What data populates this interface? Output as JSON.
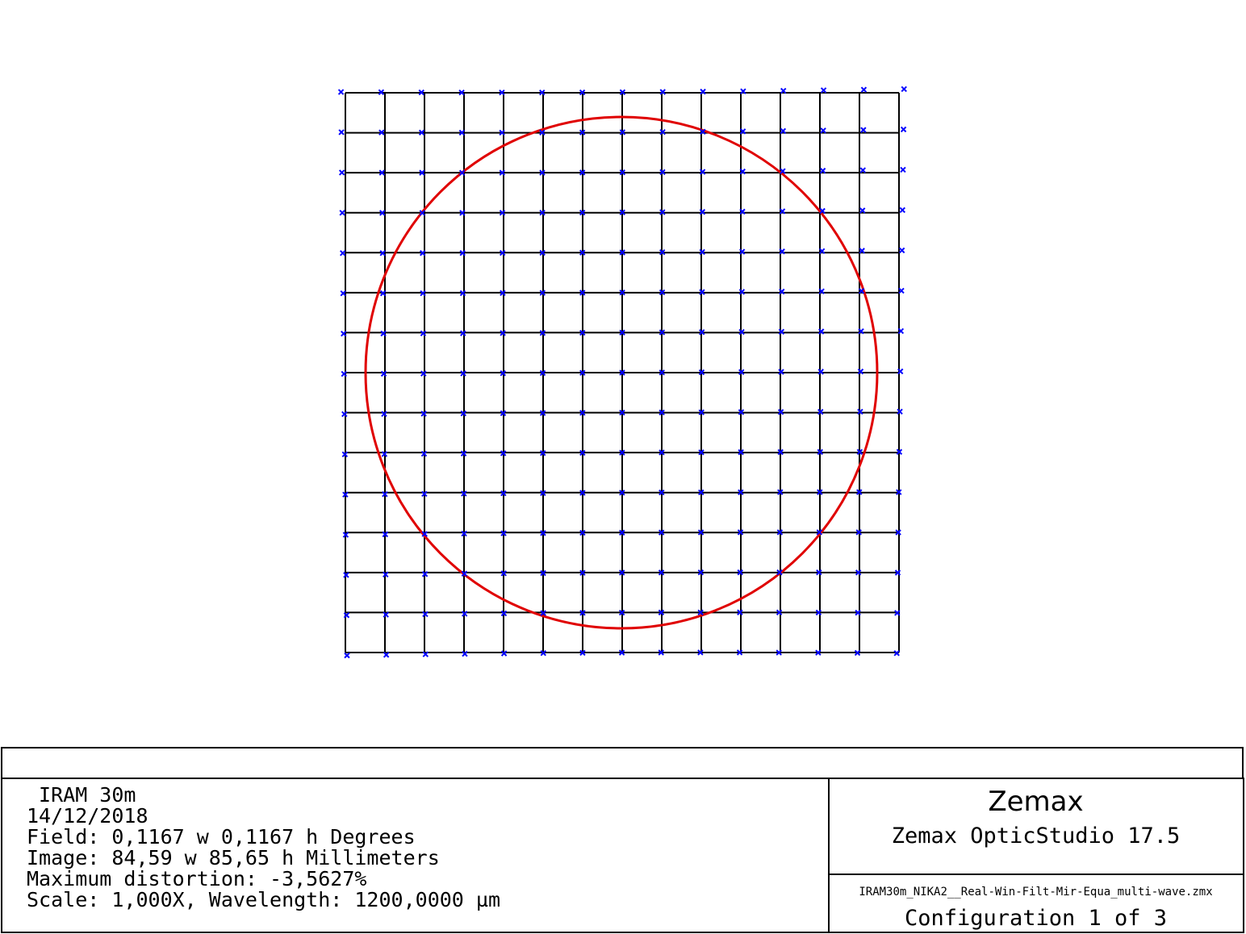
{
  "diagram": {
    "type": "grid distortion",
    "grid_size": 15,
    "max_distortion_percent": -3.5627,
    "colors": {
      "grid": "#000000",
      "points": "#0000ff",
      "circle": "#e00000"
    }
  },
  "info": {
    "title": " IRAM 30m",
    "date": "14/12/2018",
    "field": "Field: 0,1167 w 0,1167 h Degrees",
    "image": "Image: 84,59 w 85,65 h Millimeters",
    "distortion": "Maximum distortion: -3,5627%",
    "scale": "Scale: 1,000X, Wavelength: 1200,0000 µm"
  },
  "brand": {
    "name": "Zemax",
    "product": "Zemax OpticStudio 17.5"
  },
  "file": {
    "name": "IRAM30m_NIKA2__Real-Win-Filt-Mir-Equa_multi-wave.zmx",
    "configuration": "Configuration 1 of 3"
  }
}
